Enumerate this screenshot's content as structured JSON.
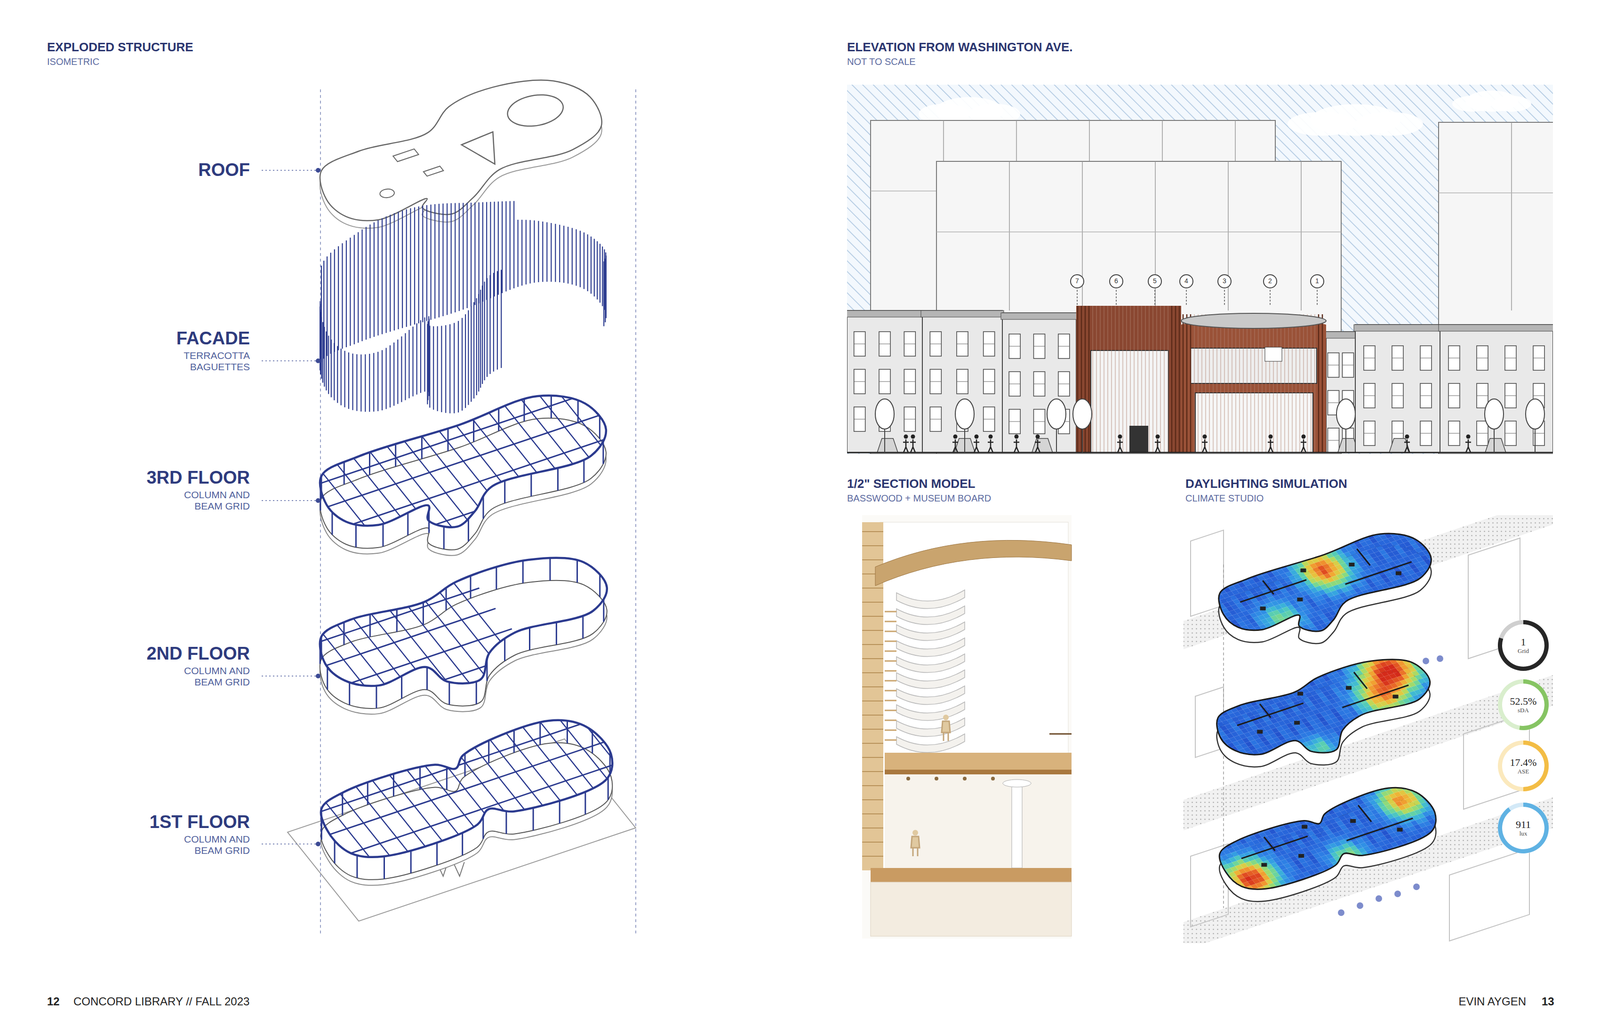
{
  "diagram": {
    "nodes": [
      {
        "text": [
          "1",
          "Grid"
        ]
      },
      {
        "text": [
          "52.5%",
          "sDA"
        ]
      },
      {
        "text": [
          "17.4%",
          "ASE"
        ]
      },
      {
        "text": [
          "911",
          "lux"
        ]
      }
    ],
    "labels": [
      "EXPLODED STRUCTURE",
      "ISOMETRIC",
      "ROOF",
      "FACADE",
      "TERRACOTTA BAGUETTES",
      "3RD FLOOR",
      "COLUMN AND BEAM GRID",
      "2ND FLOOR",
      "COLUMN AND BEAM GRID",
      "1ST FLOOR",
      "COLUMN AND BEAM GRID",
      "ELEVATION FROM WASHINGTON AVE.",
      "NOT TO SCALE",
      "7",
      "6",
      "5",
      "4",
      "3",
      "2",
      "1",
      "1/2\" SECTION MODEL",
      "BASSWOOD + MUSEUM BOARD",
      "DAYLIGHTING SIMULATION",
      "CLIMATE STUDIO",
      "12",
      "CONCORD LIBRARY // FALL 2023",
      "EVIN AYGEN",
      "13"
    ]
  }
}
